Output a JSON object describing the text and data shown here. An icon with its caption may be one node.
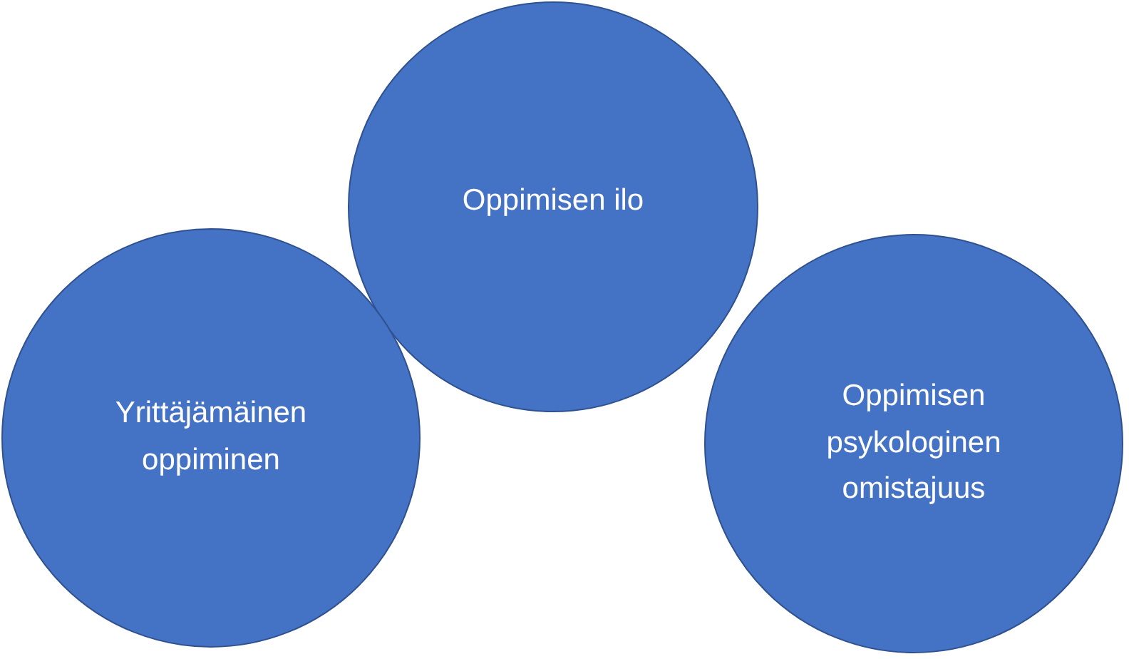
{
  "diagram": {
    "nodes": [
      {
        "text": [
          "Oppimisen ilo"
        ]
      },
      {
        "text": [
          "Yrittäjämäinen oppiminen"
        ]
      },
      {
        "text": [
          "Oppimisen psykologinen omistajuus"
        ]
      }
    ]
  }
}
